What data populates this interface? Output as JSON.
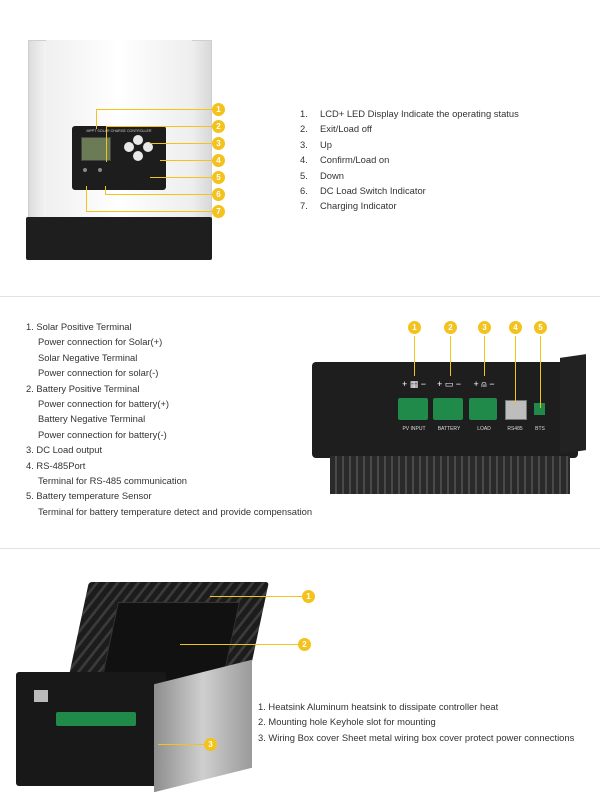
{
  "section1": {
    "device_label": "MPPT SOLAR CHARGE CONTROLLER",
    "callouts": [
      "1",
      "2",
      "3",
      "4",
      "5",
      "6",
      "7"
    ],
    "items": [
      {
        "num": "1.",
        "text": "LCD+ LED Display Indicate the operating status"
      },
      {
        "num": "2.",
        "text": "Exit/Load off"
      },
      {
        "num": "3.",
        "text": "Up"
      },
      {
        "num": "4.",
        "text": "Confirm/Load on"
      },
      {
        "num": "5.",
        "text": "Down"
      },
      {
        "num": "6.",
        "text": "DC Load Switch Indicator"
      },
      {
        "num": "7.",
        "text": "Charging Indicator"
      }
    ]
  },
  "section2": {
    "lines": [
      "1. Solar Positive Terminal",
      "Power connection for Solar(+)",
      "Solar Negative Terminal",
      "Power connection for solar(-)",
      "2. Battery Positive Terminal",
      "Power connection for battery(+)",
      "Battery Negative Terminal",
      "Power connection for battery(-)",
      "3. DC Load output",
      "4. RS-485Port",
      "Terminal for RS-485 communication",
      "5. Battery temperature Sensor",
      "Terminal for battery temperature detect and provide compensation"
    ],
    "callouts": [
      "1",
      "2",
      "3",
      "4",
      "5"
    ],
    "port_labels": [
      "PV INPUT",
      "BATTERY",
      "LOAD",
      "RS485",
      "BTS"
    ],
    "port_symbols": [
      "+ ▦ −",
      "+ ▭ −",
      "+ ⍝ −"
    ]
  },
  "section3": {
    "callouts": [
      "1",
      "2",
      "3"
    ],
    "items": [
      "1. Heatsink Aluminum heatsink to dissipate controller heat",
      "2. Mounting hole Keyhole slot for mounting",
      "3. Wiring Box cover Sheet metal wiring box cover protect power connections"
    ]
  },
  "colors": {
    "accent": "#f3c21c",
    "device_dark": "#1e1e1e",
    "device_white": "#f4f4f4",
    "terminal_green": "#1f8a4a"
  }
}
